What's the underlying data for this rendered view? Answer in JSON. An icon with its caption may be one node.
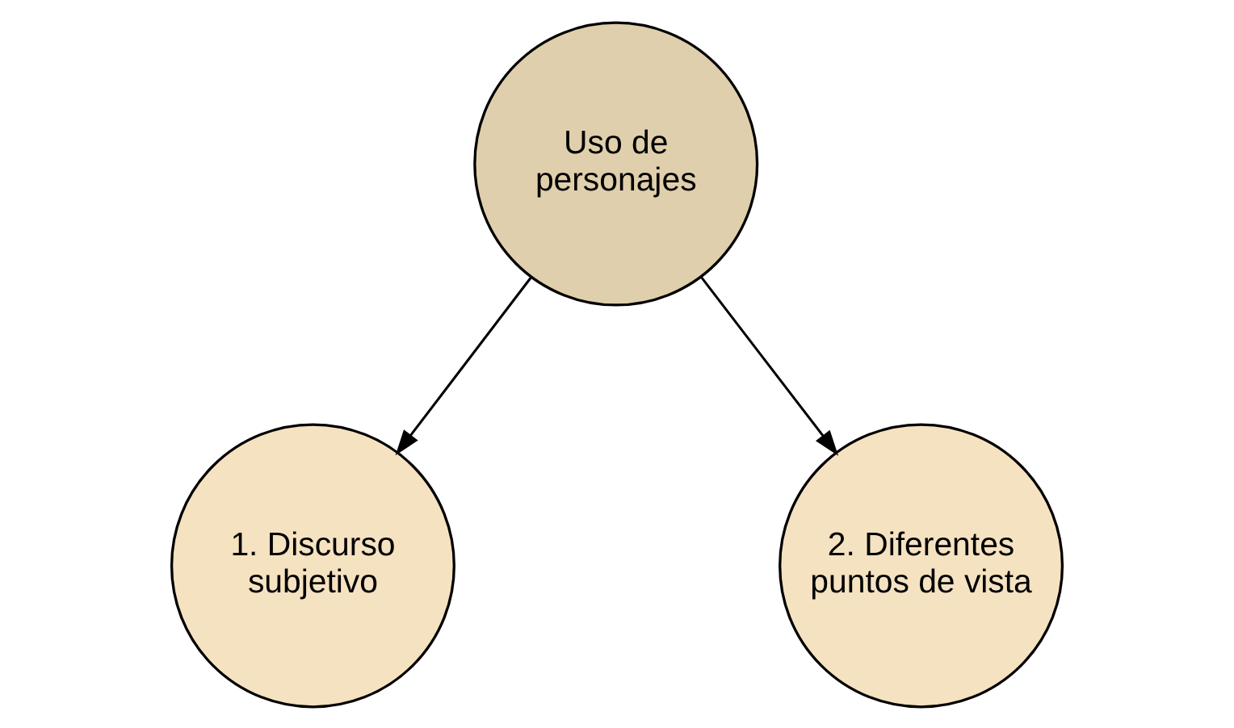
{
  "diagram": {
    "nodes": [
      {
        "text": [
          "Uso de personajes"
        ]
      },
      {
        "text": [
          "1. Discurso subjetivo"
        ]
      },
      {
        "text": [
          "2. Diferentes puntos de vista"
        ]
      }
    ],
    "edges": [
      {
        "from": 0,
        "to": 1,
        "arrow": "to"
      },
      {
        "from": 0,
        "to": 2,
        "arrow": "to"
      }
    ]
  }
}
